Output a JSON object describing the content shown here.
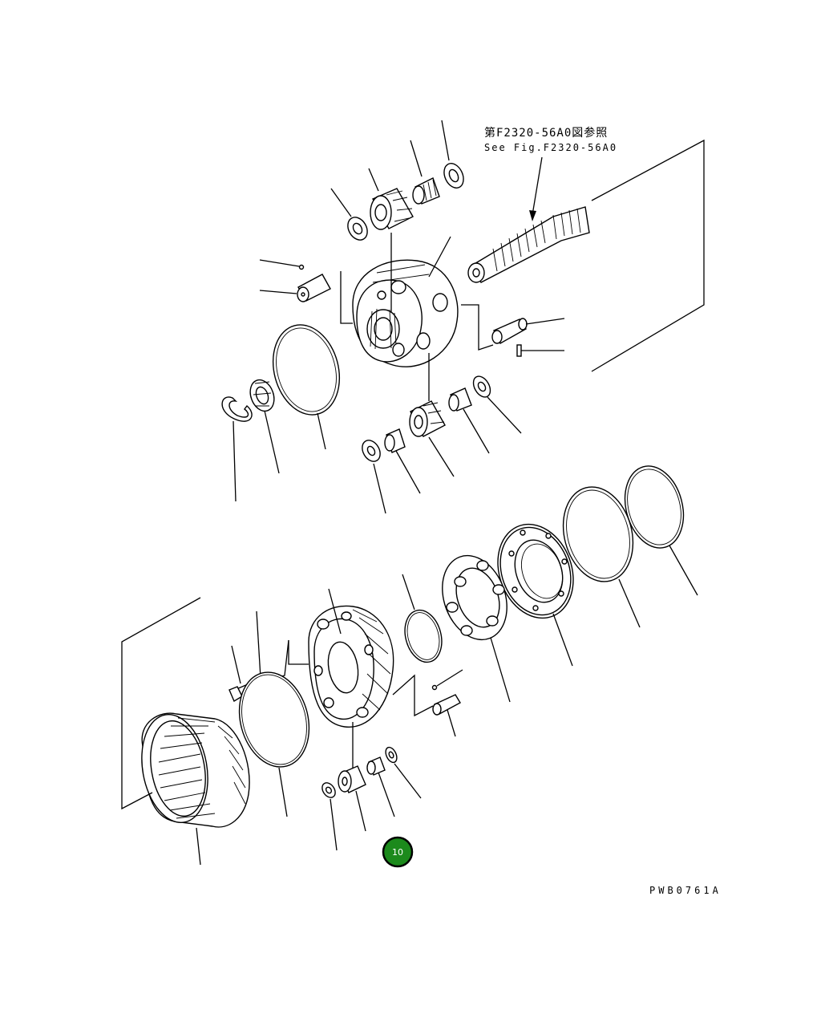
{
  "reference": {
    "jp": "第F2320-56A0図参照",
    "en": "See Fig.F2320-56A0"
  },
  "drawing_number": "PWB0761A",
  "callout": {
    "label": "10",
    "color": "#1c8a1c"
  }
}
